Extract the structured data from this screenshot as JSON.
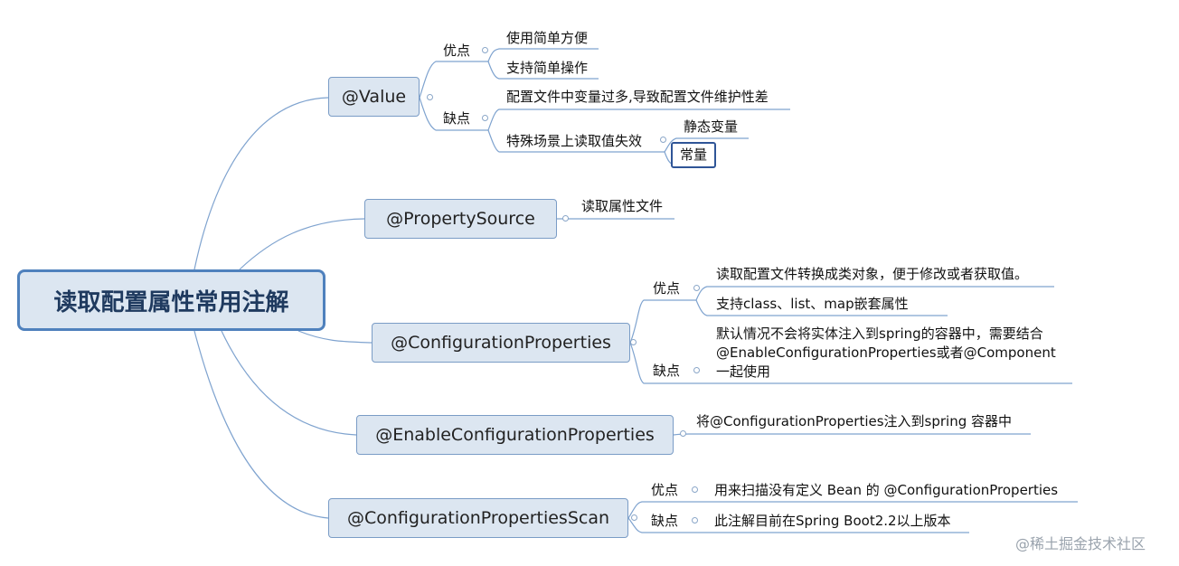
{
  "root": "读取配置属性常用注解",
  "value": {
    "title": "@Value",
    "pros_label": "优点",
    "pros": [
      "使用简单方便",
      "支持简单操作"
    ],
    "cons_label": "缺点",
    "cons": [
      "配置文件中变量过多,导致配置文件维护性差",
      "特殊场景上读取值失效"
    ],
    "cons_sub": [
      "静态变量",
      "常量"
    ]
  },
  "property_source": {
    "title": "@PropertySource",
    "desc": "读取属性文件"
  },
  "configuration_properties": {
    "title": "@ConfigurationProperties",
    "pros_label": "优点",
    "pros": [
      "读取配置文件转换成类对象，便于修改或者获取值。",
      "支持class、list、map嵌套属性"
    ],
    "cons_label": "缺点",
    "cons_lines": [
      "默认情况不会将实体注入到spring的容器中，需要结合",
      "@EnableConfigurationProperties或者@Component",
      "一起使用"
    ]
  },
  "enable_configuration_properties": {
    "title": "@EnableConfigurationProperties",
    "desc": "将@ConfigurationProperties注入到spring 容器中"
  },
  "configuration_properties_scan": {
    "title": "@ConfigurationPropertiesScan",
    "pros_label": "优点",
    "pros": "用来扫描没有定义 Bean 的 @ConfigurationProperties",
    "cons_label": "缺点",
    "cons": "此注解目前在Spring Boot2.2以上版本"
  },
  "watermark": "@稀土掘金技术社区"
}
